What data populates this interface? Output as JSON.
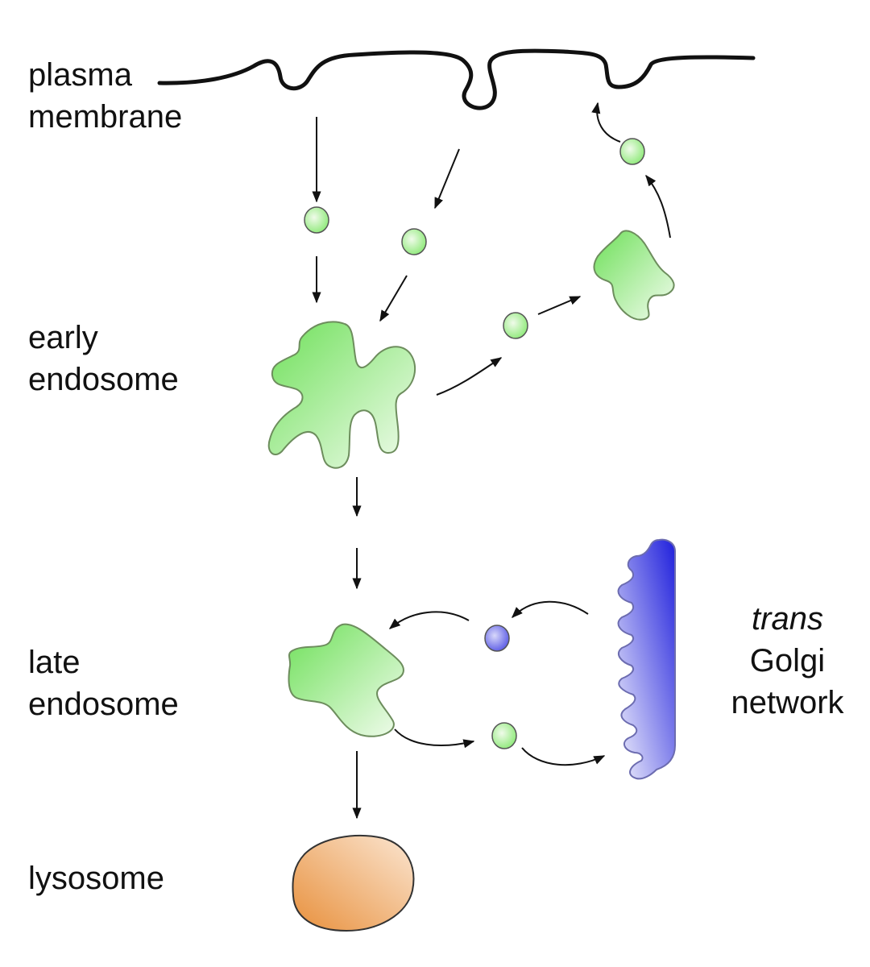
{
  "labels": {
    "plasma_membrane": [
      "plasma",
      "membrane"
    ],
    "early_endosome": [
      "early",
      "endosome"
    ],
    "late_endosome": [
      "late",
      "endosome"
    ],
    "lysosome": "lysosome",
    "golgi": [
      "trans",
      "Golgi",
      "network"
    ]
  },
  "colors": {
    "green": "#7de86a",
    "green_light": "#eefbe8",
    "blue": "#2a2ae0",
    "blue_light": "#e8e8fb",
    "orange": "#e89a4e",
    "orange_light": "#f8dcc0",
    "line": "#111111",
    "outline_green": "#6c8e5a"
  }
}
